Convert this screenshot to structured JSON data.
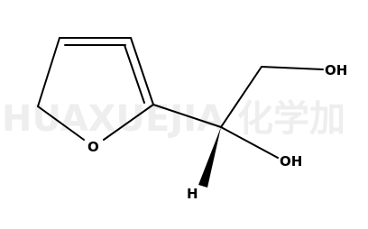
{
  "molecule": {
    "atoms": {
      "ring_oxygen": "O",
      "hydroxyl_top": "OH",
      "hydroxyl_mid": "OH",
      "hydrogen": "H"
    },
    "watermark": "HUAXUEJIA 化学加"
  },
  "colors": {
    "bond": "#000000",
    "label": "#000000",
    "watermark": "#eeeeee",
    "background": "#ffffff"
  }
}
